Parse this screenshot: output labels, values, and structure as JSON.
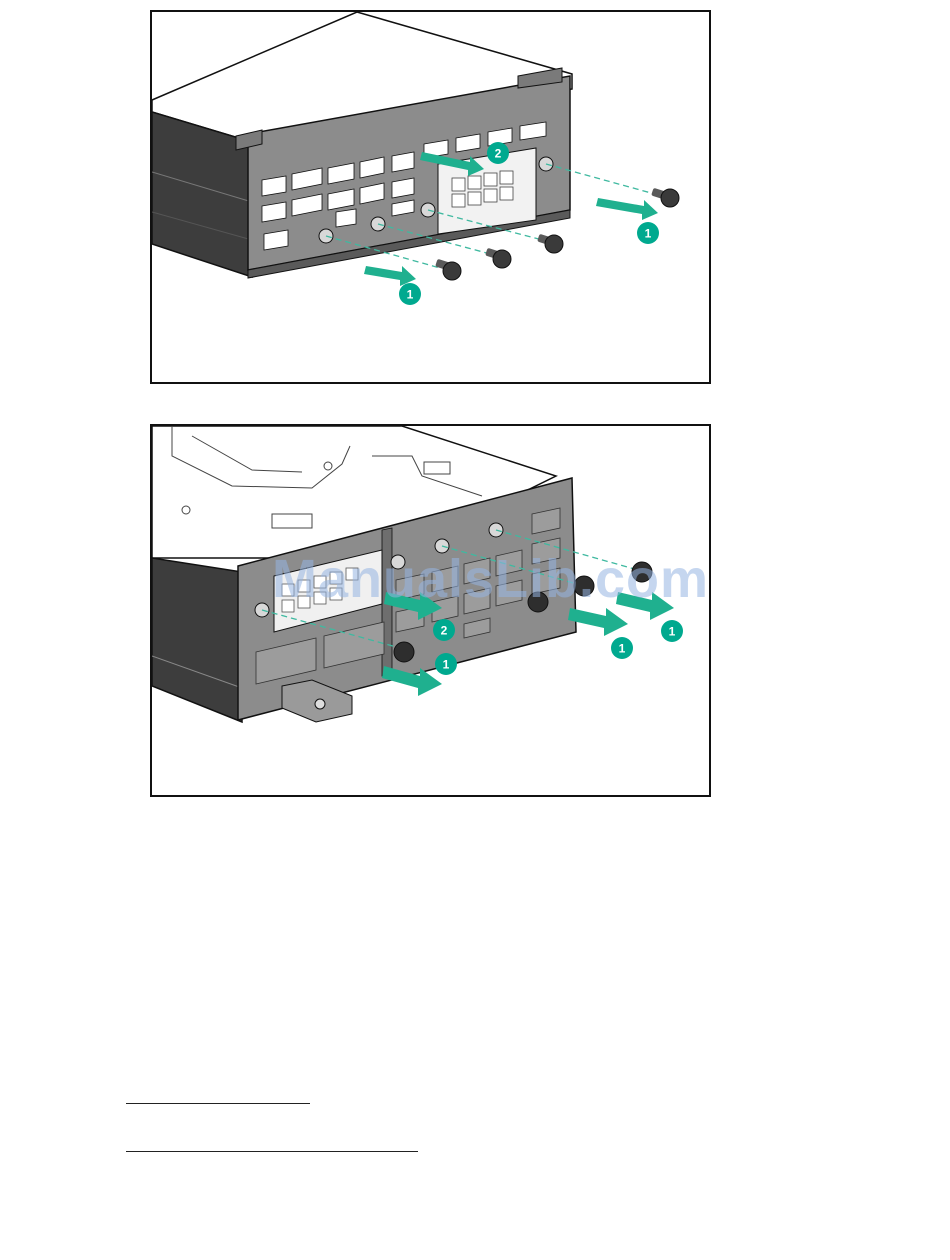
{
  "figures": [
    {
      "callouts": [
        "2",
        "1",
        "1"
      ],
      "colors": {
        "callout": "#00a98f",
        "arrow": "#1fb08f",
        "metal": "#8a8a8a",
        "outline": "#111111"
      }
    },
    {
      "callouts": [
        "2",
        "1",
        "1",
        "1"
      ],
      "colors": {
        "callout": "#00a98f",
        "arrow": "#1fb08f",
        "metal": "#8a8a8a",
        "outline": "#111111"
      }
    }
  ],
  "watermark": {
    "text": "ManualsLib.com"
  },
  "footer": {
    "lines": [
      "",
      ""
    ]
  }
}
